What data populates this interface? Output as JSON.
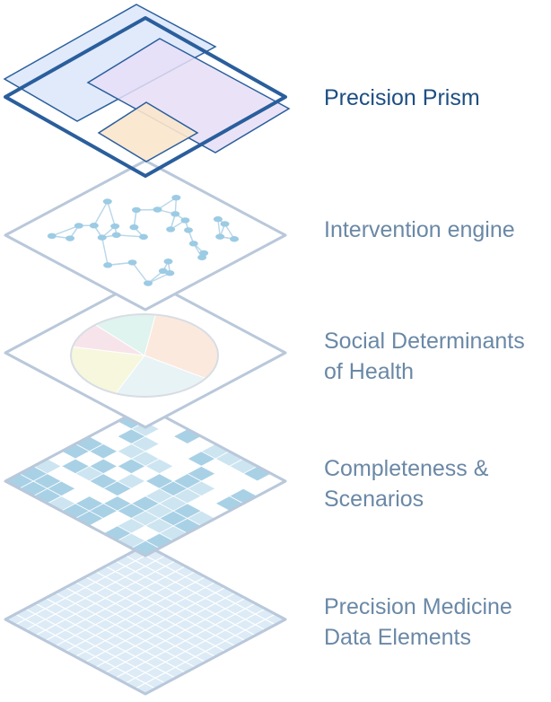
{
  "layers": [
    {
      "id": "precision-prism",
      "lines": [
        "Precision Prism"
      ],
      "emphasis": true
    },
    {
      "id": "intervention-engine",
      "lines": [
        "Intervention engine"
      ]
    },
    {
      "id": "social-determinants",
      "lines": [
        "Social Determinants",
        "of Health"
      ]
    },
    {
      "id": "completeness",
      "lines": [
        "Completeness &",
        "Scenarios"
      ]
    },
    {
      "id": "data-elements",
      "lines": [
        "Precision Medicine",
        "Data Elements"
      ]
    }
  ],
  "colors": {
    "frame_dark": "#2a5e9c",
    "frame_light": "#b9c8da",
    "prism_blue": "#dbe6fa",
    "prism_purple": "#e6def7",
    "prism_orange": "#fbe6cc",
    "network_node": "#9ccbe4",
    "network_edge": "#b8d7ea",
    "checker_dark": "#a9d1e6",
    "checker_light": "#cde5f1",
    "grid_fill": "#dcebf6",
    "grid_line": "#ffffff",
    "pie": [
      "#fce9de",
      "#e8f3f6",
      "#f6f7dc",
      "#f7e4ea",
      "#dff3ef"
    ]
  }
}
